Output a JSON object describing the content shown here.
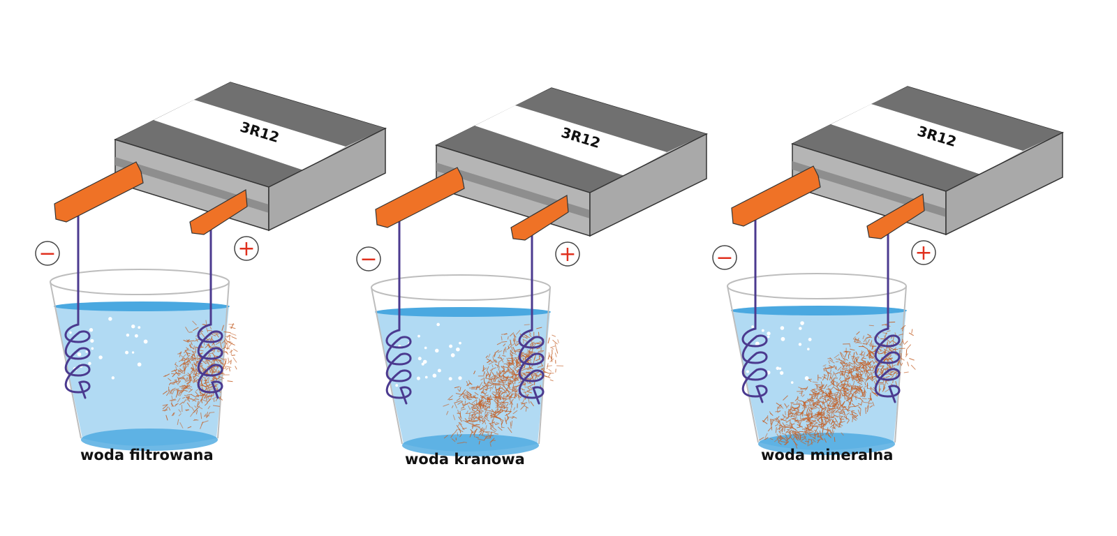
{
  "experiments": [
    {
      "battery_label": "3R12",
      "minus_sign": "−",
      "plus_sign": "+",
      "caption": "woda filtrowana",
      "rust_amount": 0.25
    },
    {
      "battery_label": "3R12",
      "minus_sign": "−",
      "plus_sign": "+",
      "caption": "woda kranowa",
      "rust_amount": 0.6
    },
    {
      "battery_label": "3R12",
      "minus_sign": "−",
      "plus_sign": "+",
      "caption": "woda mineralna",
      "rust_amount": 1.0
    }
  ],
  "colors": {
    "battery_light": "#c8c8c8",
    "battery_dark": "#707070",
    "battery_band": "#ffffff",
    "terminal": "#ef7226",
    "wire": "#4b3a8f",
    "water": "#a9d6f2",
    "water_surface": "#4aa8e0",
    "rust": "#c4622a",
    "sign": "#e0301e",
    "glass_outline": "#bdbdbd"
  }
}
